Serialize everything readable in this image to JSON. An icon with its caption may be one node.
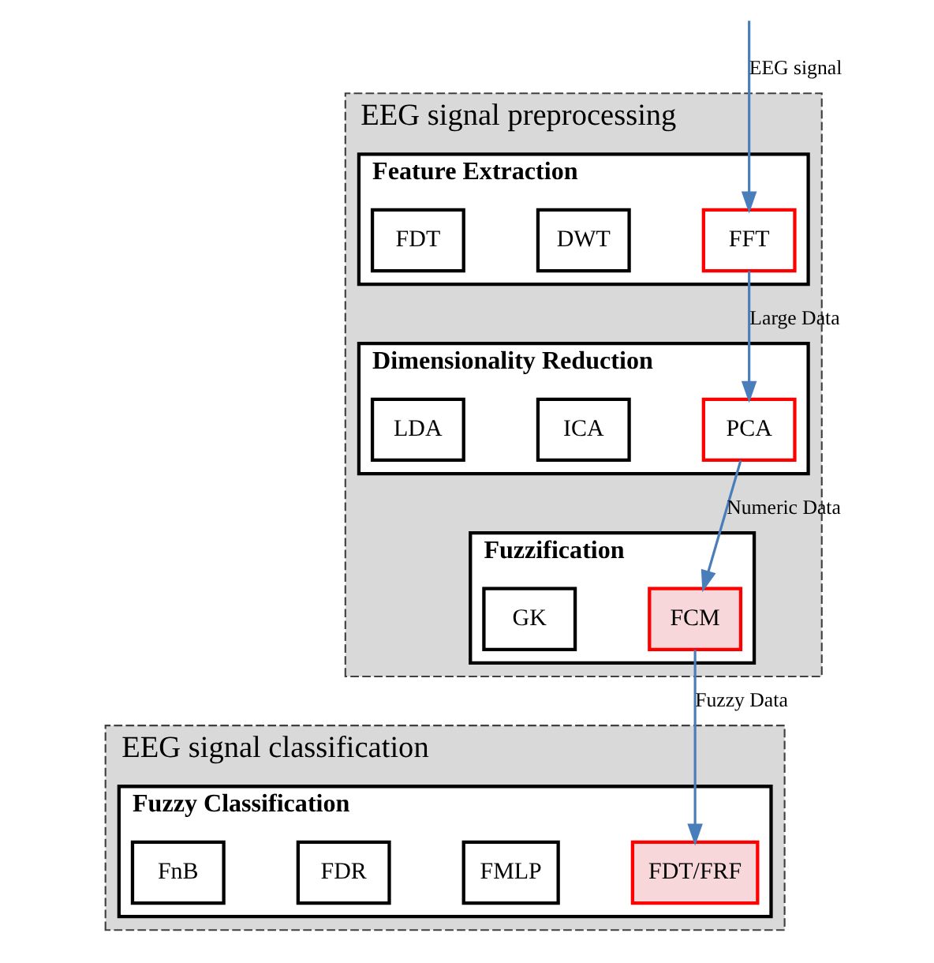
{
  "diagram": {
    "nodes": [
      {
        "text": [
          "EEG signal preprocessing"
        ]
      },
      {
        "text": [
          "Feature Extraction"
        ],
        "in": 0
      },
      {
        "text": [
          "FDT"
        ],
        "in": 1
      },
      {
        "text": [
          "DWT"
        ],
        "in": 1
      },
      {
        "text": [
          "FFT"
        ],
        "in": 1
      },
      {
        "text": [
          "Dimensionality Reduction"
        ],
        "in": 0
      },
      {
        "text": [
          "LDA"
        ],
        "in": 5
      },
      {
        "text": [
          "ICA"
        ],
        "in": 5
      },
      {
        "text": [
          "PCA"
        ],
        "in": 5
      },
      {
        "text": [
          "Fuzzification"
        ],
        "in": 0
      },
      {
        "text": [
          "GK"
        ],
        "in": 9
      },
      {
        "text": [
          "FCM"
        ],
        "in": 9
      },
      {
        "text": [
          "EEG signal classification"
        ]
      },
      {
        "text": [
          "Fuzzy Classification"
        ],
        "in": 12
      },
      {
        "text": [
          "FnB"
        ],
        "in": 13
      },
      {
        "text": [
          "FDR"
        ],
        "in": 13
      },
      {
        "text": [
          "FMLP"
        ],
        "in": 13
      },
      {
        "text": [
          "FDT/FRF"
        ],
        "in": 13
      }
    ],
    "edges": [
      {
        "from": null,
        "to": 4,
        "arrow": "to",
        "label": "EEG signal"
      },
      {
        "from": 4,
        "to": 8,
        "arrow": "to",
        "label": "Large Data"
      },
      {
        "from": 8,
        "to": 11,
        "arrow": "to",
        "label": "Numeric Data"
      },
      {
        "from": 11,
        "to": 17,
        "arrow": "to",
        "label": "Fuzzy Data"
      }
    ]
  }
}
